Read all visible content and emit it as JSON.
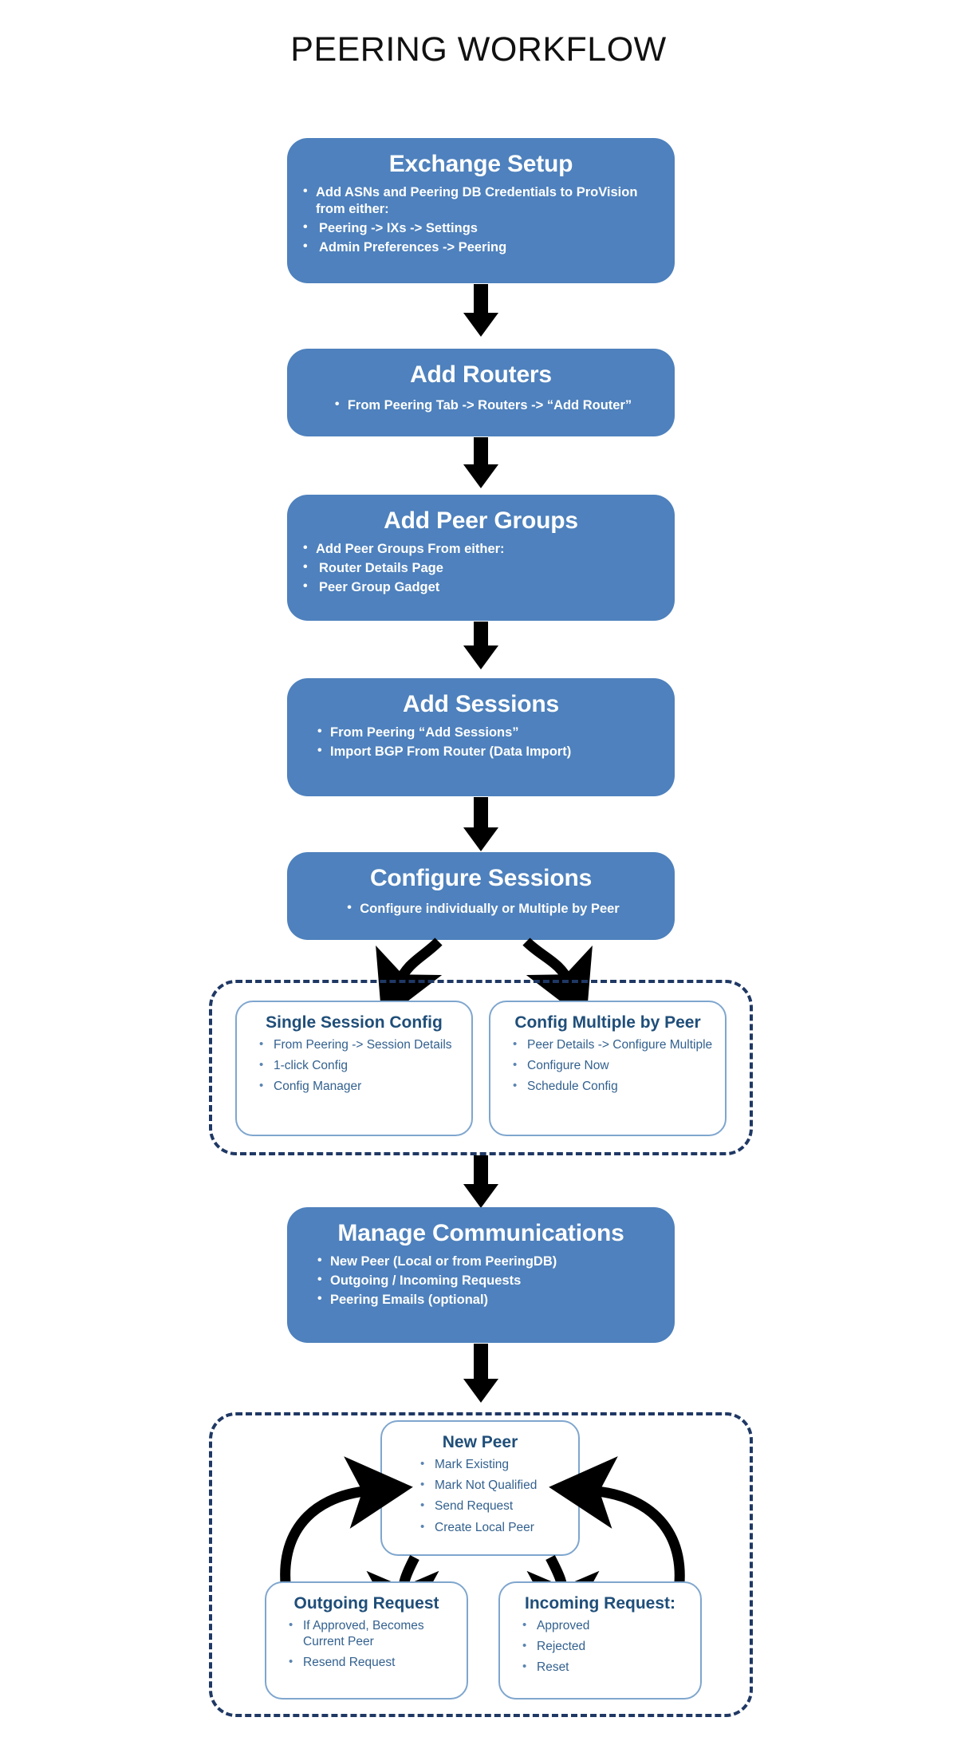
{
  "title": "PEERING WORKFLOW",
  "colors": {
    "step_fill": "#4E81BD",
    "step_text": "#FFFFFF",
    "dashed_border": "#1F3864",
    "subbox_border": "#7FA6CE",
    "subbox_title_text": "#1F4E79",
    "subbox_body_text": "#33618F",
    "arrow": "#000000",
    "background": "#FFFFFF",
    "title_text": "#111111"
  },
  "steps": [
    {
      "id": "exchange-setup",
      "title": "Exchange Setup",
      "bullets": [
        "Add ASNs and Peering DB Credentials to ProVision from either:"
      ],
      "subbullets": [
        "Peering -> IXs -> Settings",
        "Admin Preferences -> Peering"
      ]
    },
    {
      "id": "add-routers",
      "title": "Add Routers",
      "bullets": [
        "From Peering Tab -> Routers -> “Add Router”"
      ],
      "subbullets": []
    },
    {
      "id": "add-peer-groups",
      "title": "Add Peer Groups",
      "bullets": [
        "Add Peer Groups From either:"
      ],
      "subbullets": [
        "Router Details Page",
        "Peer Group Gadget"
      ]
    },
    {
      "id": "add-sessions",
      "title": "Add Sessions",
      "bullets": [
        "From  Peering “Add Sessions”",
        "Import BGP From Router (Data Import)"
      ],
      "subbullets": []
    },
    {
      "id": "configure-sessions",
      "title": "Configure Sessions",
      "bullets": [
        "Configure individually or Multiple by Peer"
      ],
      "subbullets": []
    },
    {
      "id": "manage-communications",
      "title": "Manage Communications",
      "bullets": [
        "New Peer (Local or from PeeringDB)",
        "Outgoing / Incoming Requests",
        "Peering Emails (optional)"
      ],
      "subbullets": []
    }
  ],
  "config_group": {
    "boxes": [
      {
        "id": "single-session-config",
        "title": "Single Session Config",
        "bullets": [
          "From Peering -> Session Details",
          "1-click Config",
          "Config Manager"
        ]
      },
      {
        "id": "config-multiple-by-peer",
        "title": "Config Multiple by Peer",
        "bullets": [
          "Peer Details -> Configure Multiple",
          "Configure Now",
          "Schedule Config"
        ]
      }
    ]
  },
  "peer_group": {
    "new_peer": {
      "id": "new-peer",
      "title": "New Peer",
      "bullets": [
        "Mark Existing",
        "Mark Not Qualified",
        "Send Request",
        "Create Local Peer"
      ]
    },
    "boxes": [
      {
        "id": "outgoing-request",
        "title": "Outgoing Request",
        "bullets": [
          "If Approved, Becomes Current Peer",
          "Resend Request"
        ]
      },
      {
        "id": "incoming-request",
        "title": "Incoming Request:",
        "bullets": [
          "Approved",
          "Rejected",
          "Reset"
        ]
      }
    ]
  }
}
